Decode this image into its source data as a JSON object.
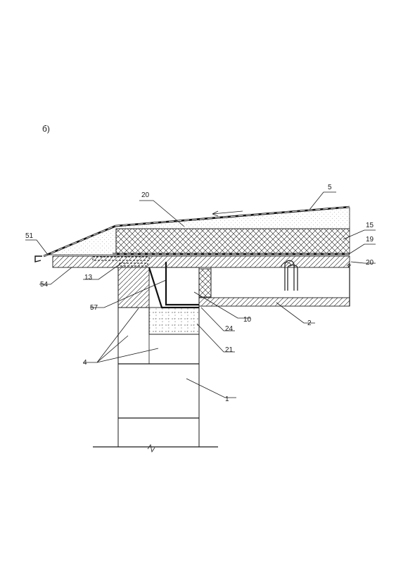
{
  "drawing": {
    "subfigure_label": "б)",
    "callouts": [
      "20",
      "5",
      "15",
      "19",
      "20",
      "51",
      "54",
      "13",
      "57",
      "10",
      "2",
      "24",
      "21",
      "4",
      "1"
    ]
  }
}
